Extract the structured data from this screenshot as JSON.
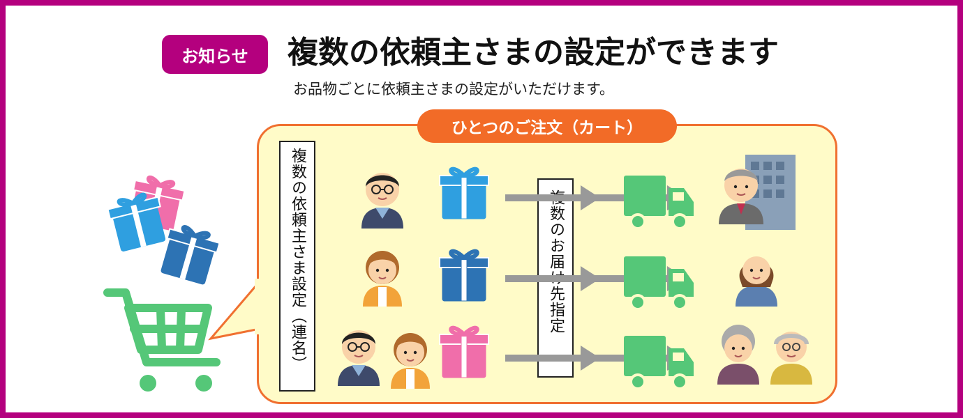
{
  "badge": {
    "label": "お知らせ"
  },
  "headline": "複数の依頼主さまの設定ができます",
  "subline": "お品物ごとに依頼主さまの設定がいただけます。",
  "order_pill": "ひとつのご注文（カート）",
  "left_vertical_label": "複数の依頼主さま設定（連名）",
  "middle_vertical_label": "複数のお届け先指定",
  "colors": {
    "brand": "#b4007e",
    "bubble_border": "#f07030",
    "bubble_fill": "#fffbc8",
    "pill": "#f26b27",
    "cart": "#55c778",
    "gift_blue": "#2f9fe0",
    "gift_navy": "#2d73b4",
    "gift_pink": "#f06eaa",
    "truck": "#55c778",
    "arrow": "#999999"
  },
  "rows": [
    {
      "senders": [
        "man-icon"
      ],
      "gift": "blue-gift-icon",
      "recipient": [
        "businessman-office-icon"
      ]
    },
    {
      "senders": [
        "woman-icon"
      ],
      "gift": "navy-gift-icon",
      "recipient": [
        "woman-icon"
      ]
    },
    {
      "senders": [
        "man-icon",
        "woman-icon"
      ],
      "gift": "pink-gift-icon",
      "recipient": [
        "elderly-woman-icon",
        "elderly-man-icon"
      ]
    }
  ]
}
